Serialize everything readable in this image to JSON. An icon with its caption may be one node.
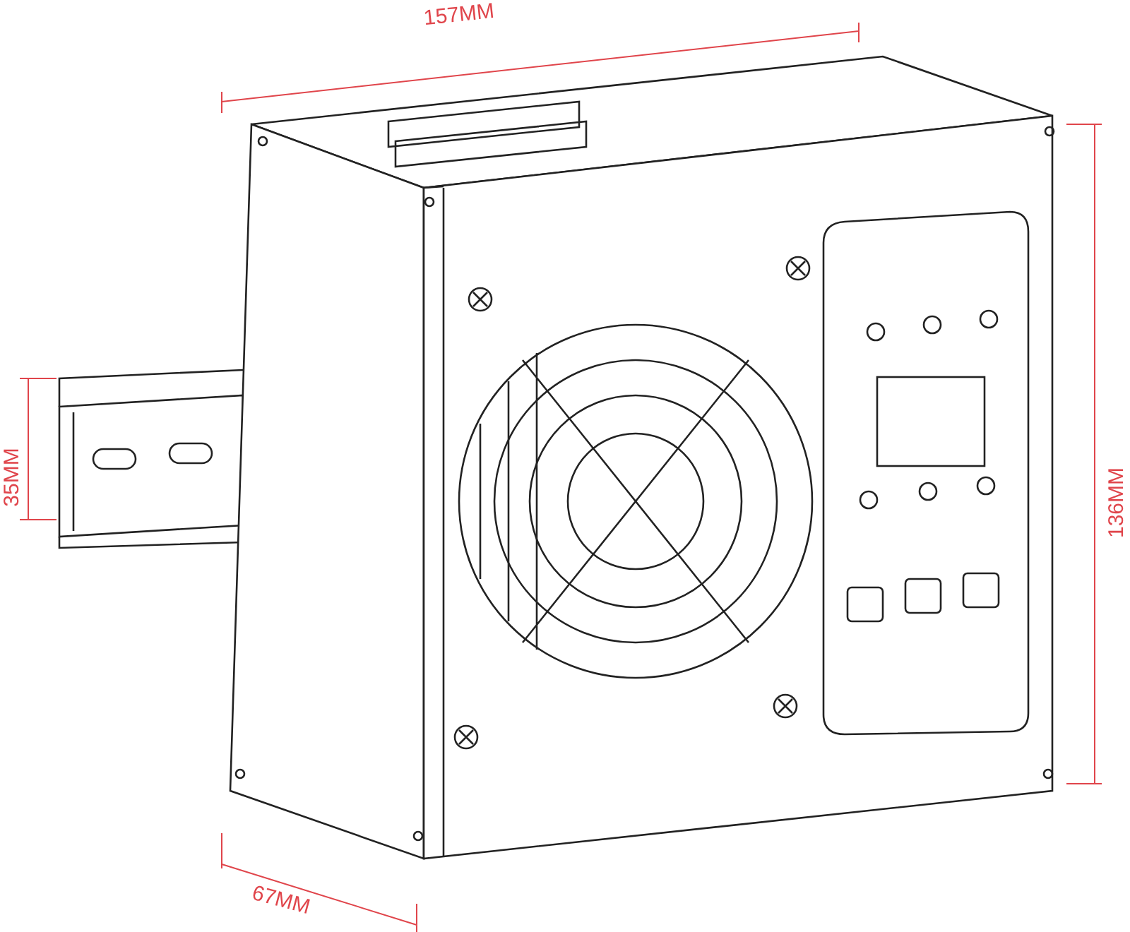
{
  "diagram": {
    "labels": [
      "157MM",
      "35MM",
      "136MM",
      "67MM"
    ]
  }
}
